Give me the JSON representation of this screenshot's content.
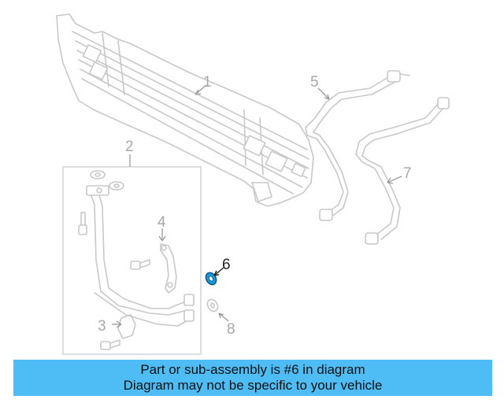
{
  "diagram": {
    "callouts": [
      {
        "id": "1",
        "label": "1",
        "active": false
      },
      {
        "id": "2",
        "label": "2",
        "active": false
      },
      {
        "id": "3",
        "label": "3",
        "active": false
      },
      {
        "id": "4",
        "label": "4",
        "active": false
      },
      {
        "id": "5",
        "label": "5",
        "active": false
      },
      {
        "id": "6",
        "label": "6",
        "active": true
      },
      {
        "id": "7",
        "label": "7",
        "active": false
      },
      {
        "id": "8",
        "label": "8",
        "active": false
      }
    ],
    "highlight_color": "#1a9be0",
    "part_line_color": "#c8c8c8"
  },
  "banner": {
    "line1": "Part or sub-assembly is #6 in diagram",
    "line2": "Diagram may not be specific to your vehicle",
    "background": "#4fbdf5"
  }
}
